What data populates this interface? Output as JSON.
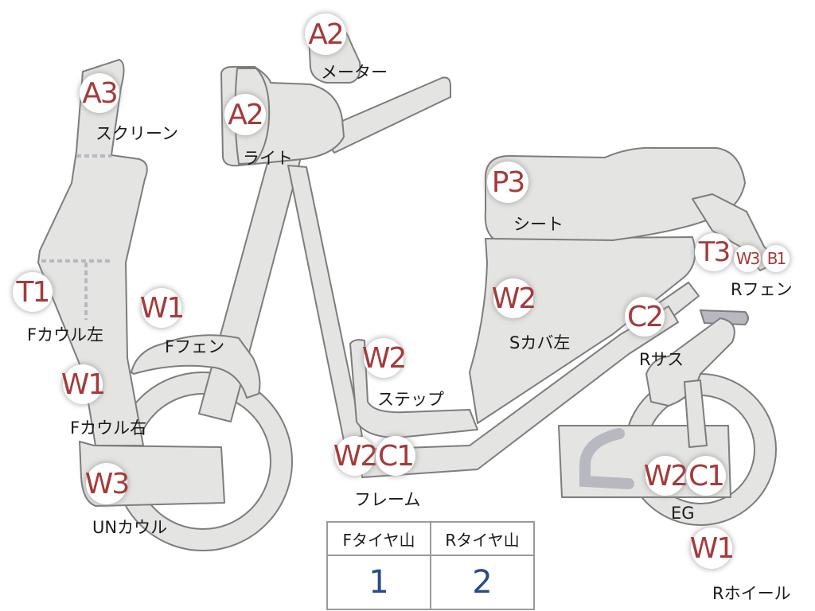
{
  "parts": [
    {
      "id": "meter",
      "codes": [
        "A2"
      ],
      "label": "メーター"
    },
    {
      "id": "screen",
      "codes": [
        "A3"
      ],
      "label": "スクリーン"
    },
    {
      "id": "light",
      "codes": [
        "A2"
      ],
      "label": "ライト"
    },
    {
      "id": "seat",
      "codes": [
        "P3"
      ],
      "label": "シート"
    },
    {
      "id": "r-fender",
      "codes": [
        "T3",
        "W3",
        "B1"
      ],
      "label": "Rフェン"
    },
    {
      "id": "f-cowl-left",
      "codes": [
        "T1"
      ],
      "label": "Fカウル左"
    },
    {
      "id": "f-fender",
      "codes": [
        "W1"
      ],
      "label": "Fフェン"
    },
    {
      "id": "s-cover-left",
      "codes": [
        "W2"
      ],
      "label": "Sカバ左"
    },
    {
      "id": "r-suspension",
      "codes": [
        "C2"
      ],
      "label": "Rサス"
    },
    {
      "id": "step",
      "codes": [
        "W2"
      ],
      "label": "ステップ"
    },
    {
      "id": "f-cowl-right",
      "codes": [
        "W1"
      ],
      "label": "Fカウル右"
    },
    {
      "id": "frame",
      "codes": [
        "W2",
        "C1"
      ],
      "label": "フレーム"
    },
    {
      "id": "engine",
      "codes": [
        "W2",
        "C1"
      ],
      "label": "EG"
    },
    {
      "id": "un-cowl",
      "codes": [
        "W3"
      ],
      "label": "UNカウル"
    },
    {
      "id": "r-wheel",
      "codes": [
        "W1"
      ],
      "label": "Rホイール"
    }
  ],
  "tire_table": {
    "headers": [
      "Fタイヤ山",
      "Rタイヤ山"
    ],
    "values": [
      "1",
      "2"
    ]
  },
  "colors": {
    "part_fill": "#e4e4e2",
    "part_stroke": "#7d7d7d",
    "code_text": "#a53a3a",
    "table_value": "#2a4a8a"
  }
}
